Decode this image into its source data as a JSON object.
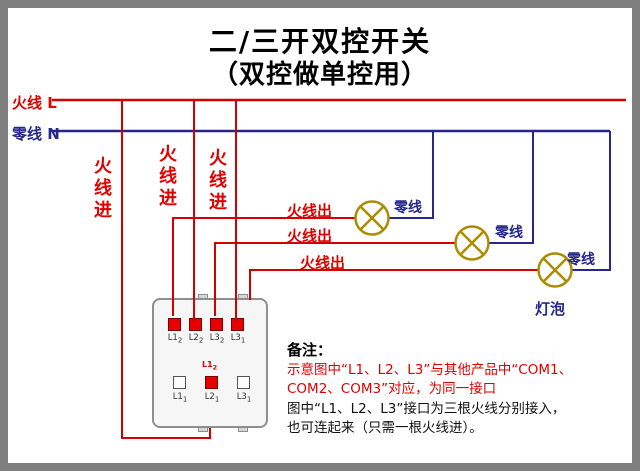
{
  "title": {
    "line1": "二/三开双控开关",
    "line2": "（双控做单控用）"
  },
  "colors": {
    "live_wire": "#d40000",
    "neutral_wire": "#26268c",
    "lamp": "#ab8b00",
    "label_red": "#e00000",
    "label_navy": "#26268c"
  },
  "buses": {
    "live_label": "火线 L",
    "neutral_label": "零线 N"
  },
  "wire_labels": {
    "live_in": [
      "火线进",
      "火线进",
      "火线进"
    ],
    "live_out": [
      "火线出",
      "火线出",
      "火线出"
    ],
    "neutral": [
      "零线",
      "零线",
      "零线"
    ],
    "bulb": "灯泡"
  },
  "switch": {
    "top_terminals": [
      {
        "main": "L1",
        "sub": "2"
      },
      {
        "main": "L2",
        "sub": "2"
      },
      {
        "main": "L3",
        "sub": "2"
      },
      {
        "main": "L3",
        "sub": "1"
      }
    ],
    "bottom_terminals": [
      {
        "main": "L1",
        "sub": "1"
      },
      {
        "main": "L2",
        "sub": "1"
      },
      {
        "main": "L3",
        "sub": "1"
      }
    ],
    "mini_label": {
      "main": "L1",
      "sub": "2"
    }
  },
  "remarks": {
    "heading": "备注：",
    "red_lines": [
      "示意图中“L1、L2、L3”与其他产品中“COM1、",
      "COM2、COM3”对应，为同一接口"
    ],
    "black_lines": [
      "图中“L1、L2、L3”接口为三根火线分别接入，",
      "也可连起来（只需一根火线进）。"
    ]
  }
}
